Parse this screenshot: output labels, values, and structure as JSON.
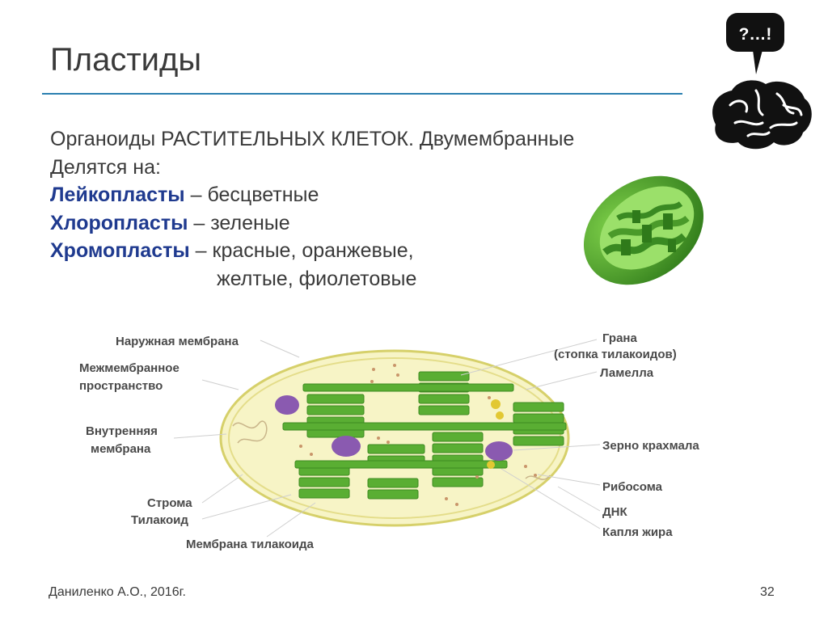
{
  "title": "Пластиды",
  "body": {
    "line1": "Органоиды РАСТИТЕЛЬНЫХ КЛЕТОК. Двумембранные",
    "line2": "Делятся на:",
    "items": [
      {
        "term": "Лейкопласты",
        "desc": " – бесцветные"
      },
      {
        "term": "Хлоропласты",
        "desc": " – зеленые"
      },
      {
        "term": "Хромопласты",
        "desc": " – красные, оранжевые,"
      }
    ],
    "continuation": "желтые, фиолетовые"
  },
  "icon": {
    "bubble_text": "?…!",
    "name": "brain-icon"
  },
  "diagram": {
    "labels_left": {
      "outer_membrane": "Наружная мембрана",
      "intermembrane_1": "Межмембранное",
      "intermembrane_2": "пространство",
      "inner_1": "Внутренняя",
      "inner_2": "мембрана",
      "stroma": "Строма",
      "thylakoid": "Тилакоид",
      "thylakoid_membrane": "Мембрана тилакоида"
    },
    "labels_right": {
      "grana_1": "Грана",
      "grana_2": "(стопка тилакоидов)",
      "lamella": "Ламелла",
      "starch": "Зерно крахмала",
      "ribosome": "Рибосома",
      "dna": "ДНК",
      "lipid": "Капля жира"
    },
    "colors": {
      "stroma": "#f7f4c6",
      "outline": "#d6d06a",
      "thylakoid": "#5aae33",
      "starch": "#8a5ab0"
    }
  },
  "footer": {
    "author": "Даниленко А.О., 2016г.",
    "page": "32"
  }
}
